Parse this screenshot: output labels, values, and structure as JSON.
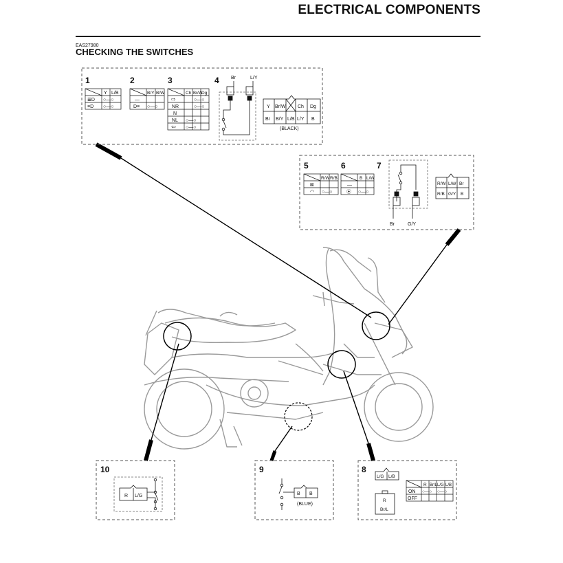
{
  "header": {
    "title": "ELECTRICAL COMPONENTS"
  },
  "section": {
    "code": "EAS27980",
    "title": "CHECKING THE SWITCHES"
  },
  "callouts": {
    "n1": "1",
    "n2": "2",
    "n3": "3",
    "n4": "4",
    "n5": "5",
    "n6": "6",
    "n7": "7",
    "n8": "8",
    "n9": "9",
    "n10": "10"
  },
  "switch1": {
    "col1": "Y",
    "col2": "L/B"
  },
  "switch2": {
    "col1": "B/Y",
    "col2": "B/W"
  },
  "switch3": {
    "col1": "Ch",
    "col2": "Br/W",
    "col3": "Dg",
    "rows": [
      "NR",
      "N",
      "NL"
    ]
  },
  "switch4": {
    "wire_left": "Br",
    "wire_right": "L/Y",
    "conn_row1": [
      "Y",
      "Br/W",
      "Ch",
      "Dg"
    ],
    "conn_row2": [
      "Br",
      "B/Y",
      "L/B",
      "L/Y",
      "B"
    ],
    "conn_color": "(BLACK)"
  },
  "switch5": {
    "col1": "R/W",
    "col2": "R/B"
  },
  "switch6": {
    "col1": "B",
    "col2": "L/W"
  },
  "switch7": {
    "conn_row1": [
      "R/W",
      "L/W",
      "Br"
    ],
    "conn_row2": [
      "R/B",
      "G/Y",
      "B"
    ],
    "wire_left": "Br",
    "wire_right": "G/Y"
  },
  "switch8": {
    "connector": [
      "L/G",
      "L/B"
    ],
    "relay": [
      "R",
      "Br/L"
    ],
    "cols": [
      "R",
      "Br/L",
      "L/G",
      "L/B"
    ],
    "rows": [
      "ON",
      "OFF"
    ]
  },
  "switch9": {
    "connector": [
      "B",
      "B"
    ],
    "conn_color": "(BLUE)"
  },
  "switch10": {
    "connector": [
      "R",
      "L/G"
    ]
  },
  "symbol": {
    "on": "—",
    "connected": "○—○"
  }
}
